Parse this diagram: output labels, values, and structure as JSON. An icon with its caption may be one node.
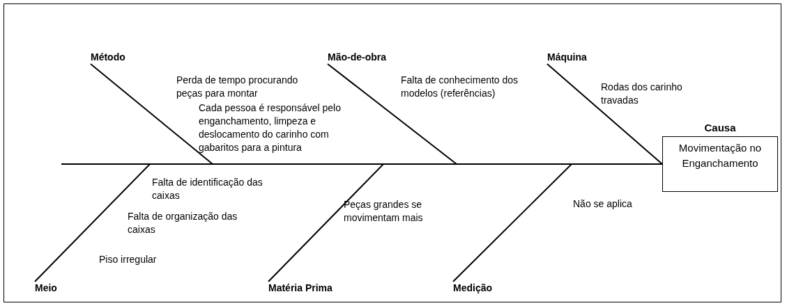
{
  "diagram": {
    "nodes": [
      {
        "text": [
          "Causa",
          "Movimentação no Enganchamento"
        ]
      },
      {
        "text": [
          "Método"
        ]
      },
      {
        "text": [
          "Mão-de-obra"
        ]
      },
      {
        "text": [
          "Máquina"
        ]
      },
      {
        "text": [
          "Meio"
        ]
      },
      {
        "text": [
          "Matéria Prima"
        ]
      },
      {
        "text": [
          "Medição"
        ]
      }
    ],
    "edges": [
      {
        "from": 1,
        "to": 0,
        "arrow": "none"
      },
      {
        "from": 2,
        "to": 0,
        "arrow": "none"
      },
      {
        "from": 3,
        "to": 0,
        "arrow": "none"
      },
      {
        "from": 4,
        "to": 0,
        "arrow": "none"
      },
      {
        "from": 5,
        "to": 0,
        "arrow": "none"
      },
      {
        "from": 6,
        "to": 0,
        "arrow": "none"
      }
    ],
    "labels": [
      "Perda de tempo procurando peças para montar",
      "Falta de conhecimento dos modelos (referências)",
      "Rodas dos carinho travadas",
      "Cada pessoa é responsável pelo enganchamento, limpeza e deslocamento do carinho com gabaritos para a pintura",
      "Falta de identificação das caixas",
      "Falta de organização das caixas",
      "Peças grandes se movimentam mais",
      "Não se aplica",
      "Piso irregular"
    ]
  }
}
